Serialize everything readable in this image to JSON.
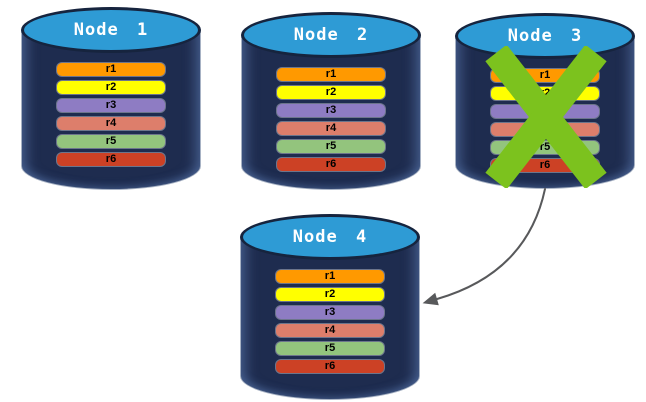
{
  "diagram": {
    "name": "database-replication-failover-diagram",
    "background": "#FFFFFF"
  },
  "nodes": [
    {
      "label": "Node 1",
      "failed": false,
      "rows": [
        {
          "label": "r1",
          "color": "#FF9900"
        },
        {
          "label": "r2",
          "color": "#FFFF00"
        },
        {
          "label": "r3",
          "color": "#8E7CC3"
        },
        {
          "label": "r4",
          "color": "#DD7E6B"
        },
        {
          "label": "r5",
          "color": "#93C47D"
        },
        {
          "label": "r6",
          "color": "#CC4125"
        }
      ]
    },
    {
      "label": "Node 2",
      "failed": false,
      "rows": [
        {
          "label": "r1",
          "color": "#FF9900"
        },
        {
          "label": "r2",
          "color": "#FFFF00"
        },
        {
          "label": "r3",
          "color": "#8E7CC3"
        },
        {
          "label": "r4",
          "color": "#DD7E6B"
        },
        {
          "label": "r5",
          "color": "#93C47D"
        },
        {
          "label": "r6",
          "color": "#CC4125"
        }
      ]
    },
    {
      "label": "Node 3",
      "failed": true,
      "rows": [
        {
          "label": "r1",
          "color": "#FF9900"
        },
        {
          "label": "r2",
          "color": "#FFFF00"
        },
        {
          "label": "r3",
          "color": "#8E7CC3"
        },
        {
          "label": "r4",
          "color": "#DD7E6B"
        },
        {
          "label": "r5",
          "color": "#93C47D"
        },
        {
          "label": "r6",
          "color": "#CC4125"
        }
      ]
    },
    {
      "label": "Node 4",
      "failed": false,
      "rows": [
        {
          "label": "r1",
          "color": "#FF9900"
        },
        {
          "label": "r2",
          "color": "#FFFF00"
        },
        {
          "label": "r3",
          "color": "#8E7CC3"
        },
        {
          "label": "r4",
          "color": "#DD7E6B"
        },
        {
          "label": "r5",
          "color": "#93C47D"
        },
        {
          "label": "r6",
          "color": "#CC4125"
        }
      ]
    }
  ],
  "failure_mark": {
    "icon": "x-mark-icon",
    "color": "#7CC21E",
    "on_node": "Node 3"
  },
  "arrow": {
    "from": "Node 3",
    "to": "Node 4",
    "color": "#58595B"
  },
  "colors": {
    "cylinder_body": "#1E2C4F",
    "cylinder_top": "#2E9BD5",
    "cylinder_outline": "#16243E",
    "row_text": "#000000",
    "title_text": "#FFFFFF"
  }
}
